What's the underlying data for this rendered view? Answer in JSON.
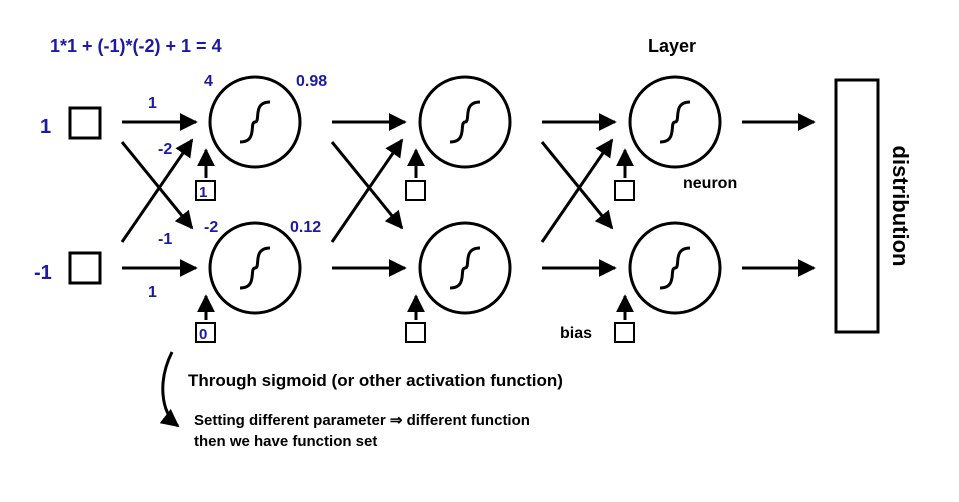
{
  "equation": "1*1 + (-1)*(-2) + 1 = 4",
  "inputs": [
    "1",
    "-1"
  ],
  "weights": {
    "w11": "1",
    "w21": "-2",
    "w12": "-1",
    "w22": "1"
  },
  "biases": {
    "n1": "1",
    "n2": "0"
  },
  "neuron_values": {
    "n1_z": "4",
    "n1_a": "0.98",
    "n2_z": "-2",
    "n2_a": "0.12"
  },
  "labels": {
    "layer": "Layer",
    "neuron": "neuron",
    "bias": "bias",
    "distribution": "distribution",
    "sigmoid_note": "Through sigmoid (or other activation function)",
    "note_line1": "Setting different parameter ⇒ different function",
    "note_line2": "then we have function set"
  },
  "colors": {
    "annotation": "#1a1aa6",
    "stroke": "#000000"
  }
}
